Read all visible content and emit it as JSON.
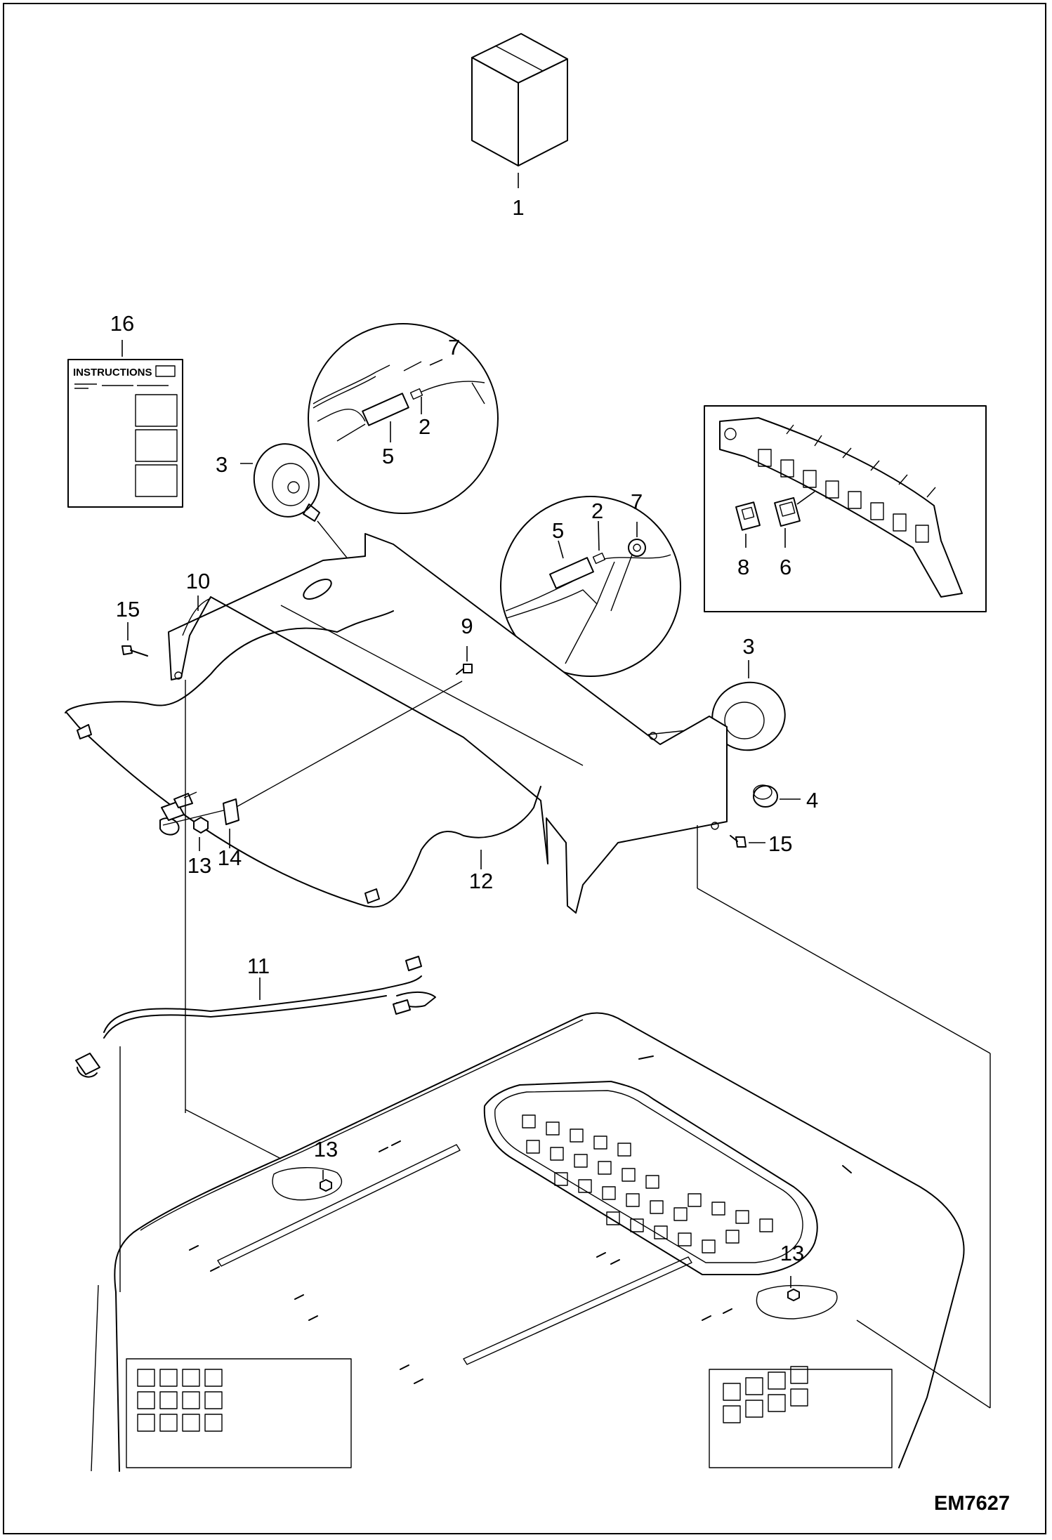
{
  "drawing_number": "EM7627",
  "instruction_sheet_label": "INSTRUCTIONS",
  "callouts": {
    "kit": "1",
    "instructions": "16",
    "detail1_item7": "7",
    "detail1_item2": "2",
    "detail1_item5": "5",
    "detail2_item5": "5",
    "detail2_item2": "2",
    "detail2_item7": "7",
    "light_left": "3",
    "light_right": "3",
    "bracket_left": "10",
    "bolt_left": "15",
    "bolt_right": "15",
    "screw": "9",
    "switch_8": "8",
    "switch_6": "6",
    "cap": "4",
    "nut": "13",
    "clip": "14",
    "harness_12": "12",
    "harness_11": "11",
    "roof_nut_left": "13",
    "roof_nut_right": "13"
  }
}
